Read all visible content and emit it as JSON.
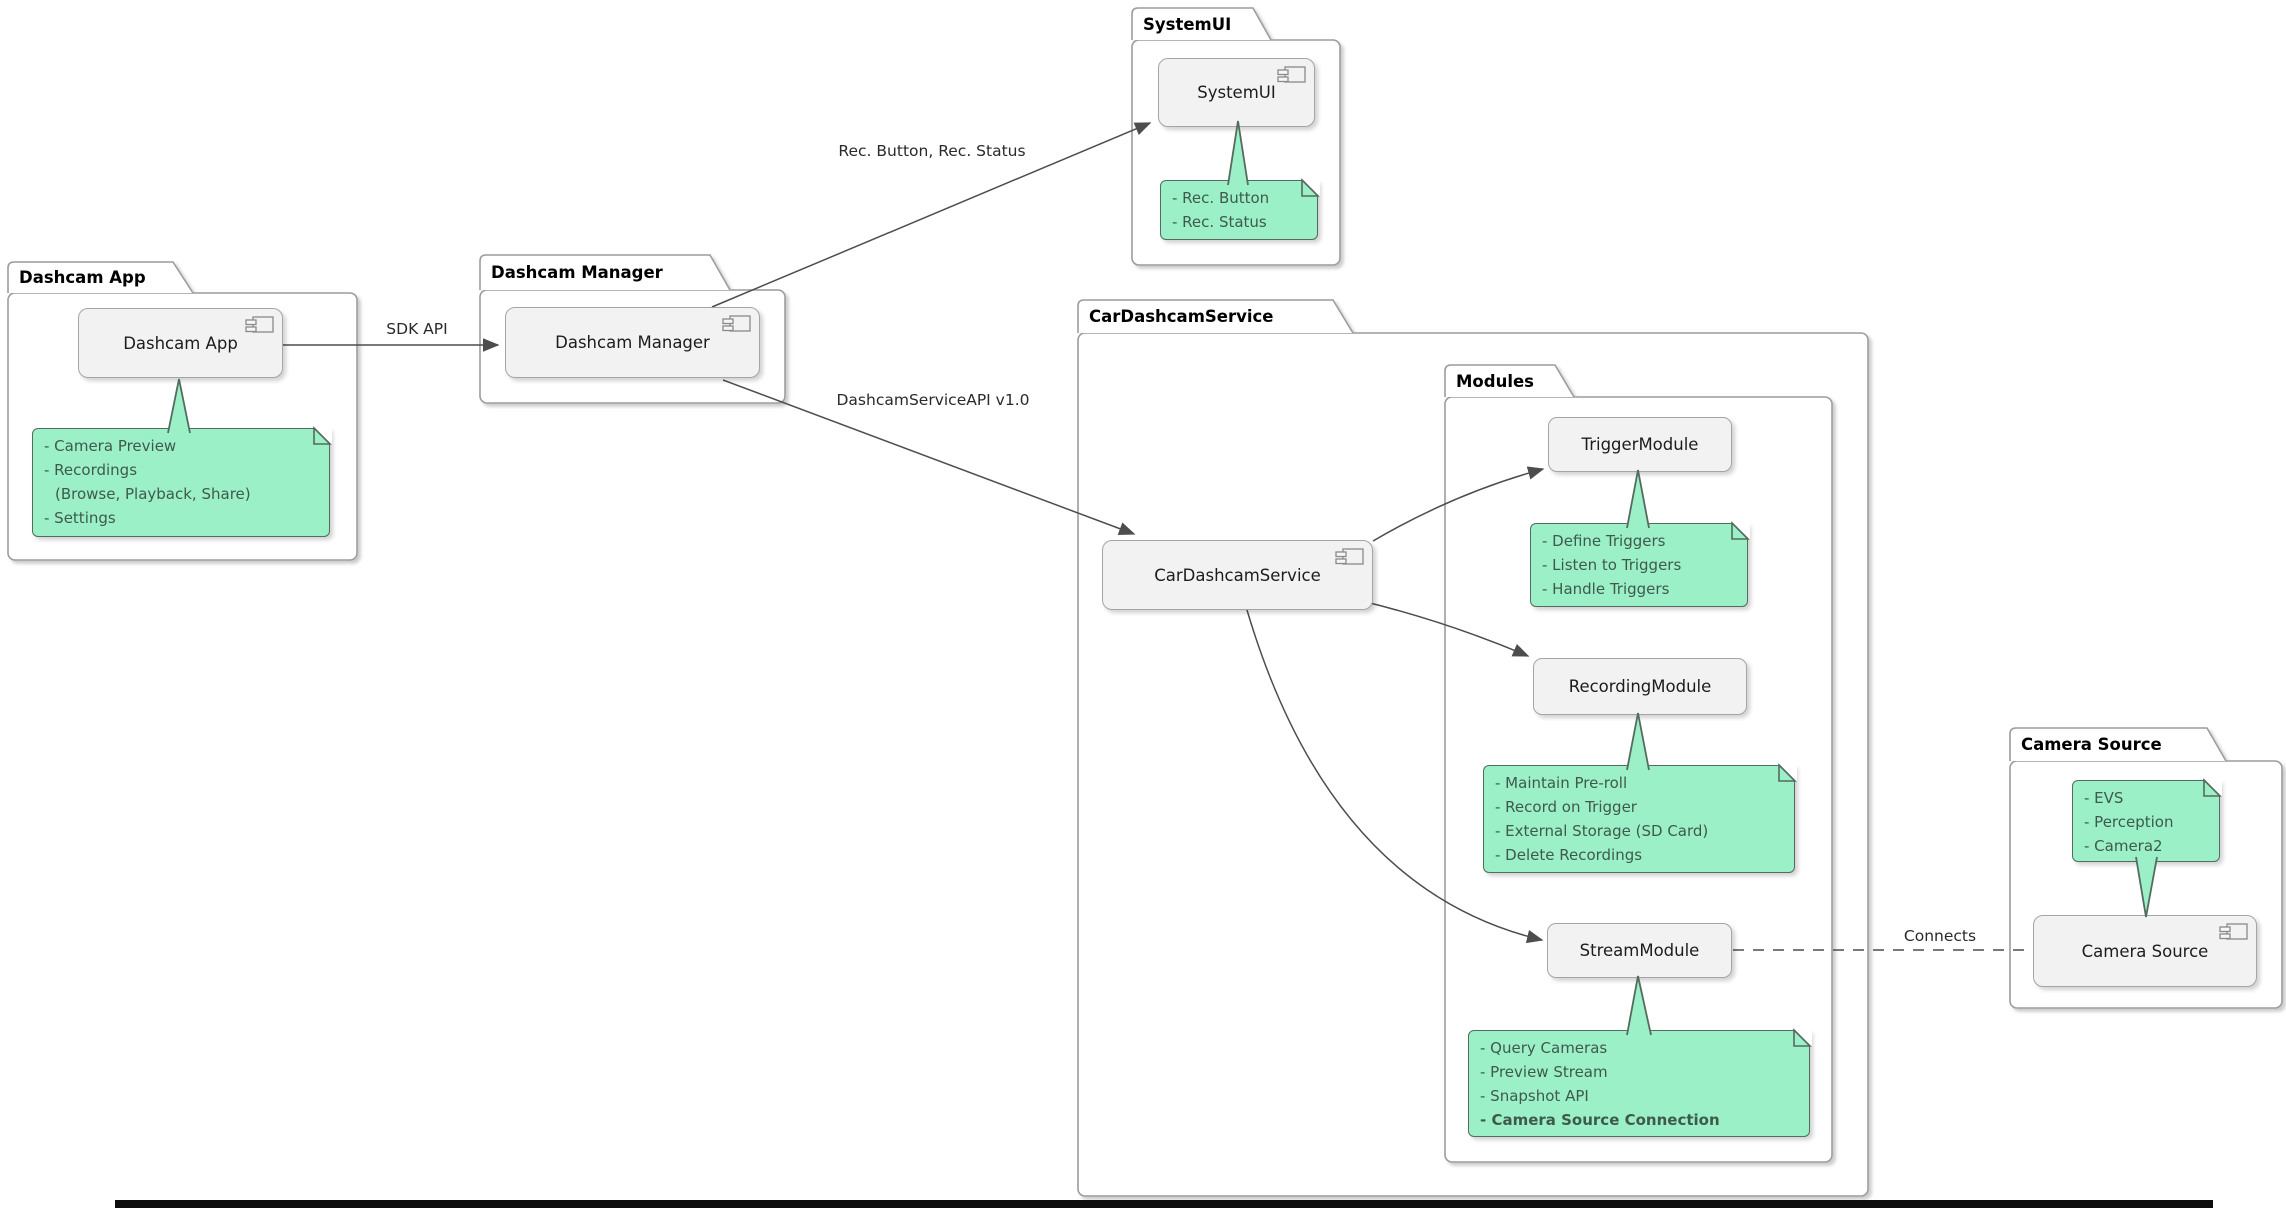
{
  "packages": {
    "dashcam_app": {
      "title": "Dashcam App"
    },
    "dashcam_manager": {
      "title": "Dashcam Manager"
    },
    "systemui": {
      "title": "SystemUI"
    },
    "car_dashcam_service": {
      "title": "CarDashcamService"
    },
    "modules": {
      "title": "Modules"
    },
    "camera_source": {
      "title": "Camera Source"
    }
  },
  "components": {
    "dashcam_app": {
      "label": "Dashcam App"
    },
    "dashcam_manager": {
      "label": "Dashcam Manager"
    },
    "systemui": {
      "label": "SystemUI"
    },
    "car_dashcam_service": {
      "label": "CarDashcamService"
    },
    "trigger_module": {
      "label": "TriggerModule"
    },
    "recording_module": {
      "label": "RecordingModule"
    },
    "stream_module": {
      "label": "StreamModule"
    },
    "camera_source": {
      "label": "Camera Source"
    }
  },
  "notes": {
    "dashcam_app": {
      "lines": [
        "- Camera Preview",
        "- Recordings",
        "(Browse, Playback, Share)",
        "- Settings"
      ]
    },
    "systemui": {
      "lines": [
        "- Rec. Button",
        "- Rec. Status"
      ]
    },
    "trigger_module": {
      "lines": [
        "- Define Triggers",
        "- Listen to Triggers",
        "- Handle Triggers"
      ]
    },
    "recording_module": {
      "lines": [
        "- Maintain Pre-roll",
        "- Record on Trigger",
        "- External Storage (SD Card)",
        "- Delete Recordings"
      ]
    },
    "stream_module": {
      "lines": [
        "- Query Cameras",
        "- Preview Stream",
        "- Snapshot API",
        "- Camera Source Connection"
      ]
    },
    "camera_source": {
      "lines": [
        "- EVS",
        "- Perception",
        "- Camera2"
      ]
    }
  },
  "edges": {
    "sdk_api": {
      "label": "SDK API"
    },
    "rec_button_status": {
      "label": "Rec. Button, Rec. Status"
    },
    "dashcam_service_api": {
      "label": "DashcamServiceAPI v1.0"
    },
    "connects": {
      "label": "Connects"
    }
  },
  "colors": {
    "note_fill": "#9bf0c8",
    "note_border": "#556b5e",
    "note_text": "#3f5a4c",
    "component_fill": "#f2f2f2",
    "component_border": "#a5a5a5",
    "package_border": "#9c9c9c",
    "arrow": "#4d4d4d",
    "bottom_bar": "#0d0d0d"
  }
}
